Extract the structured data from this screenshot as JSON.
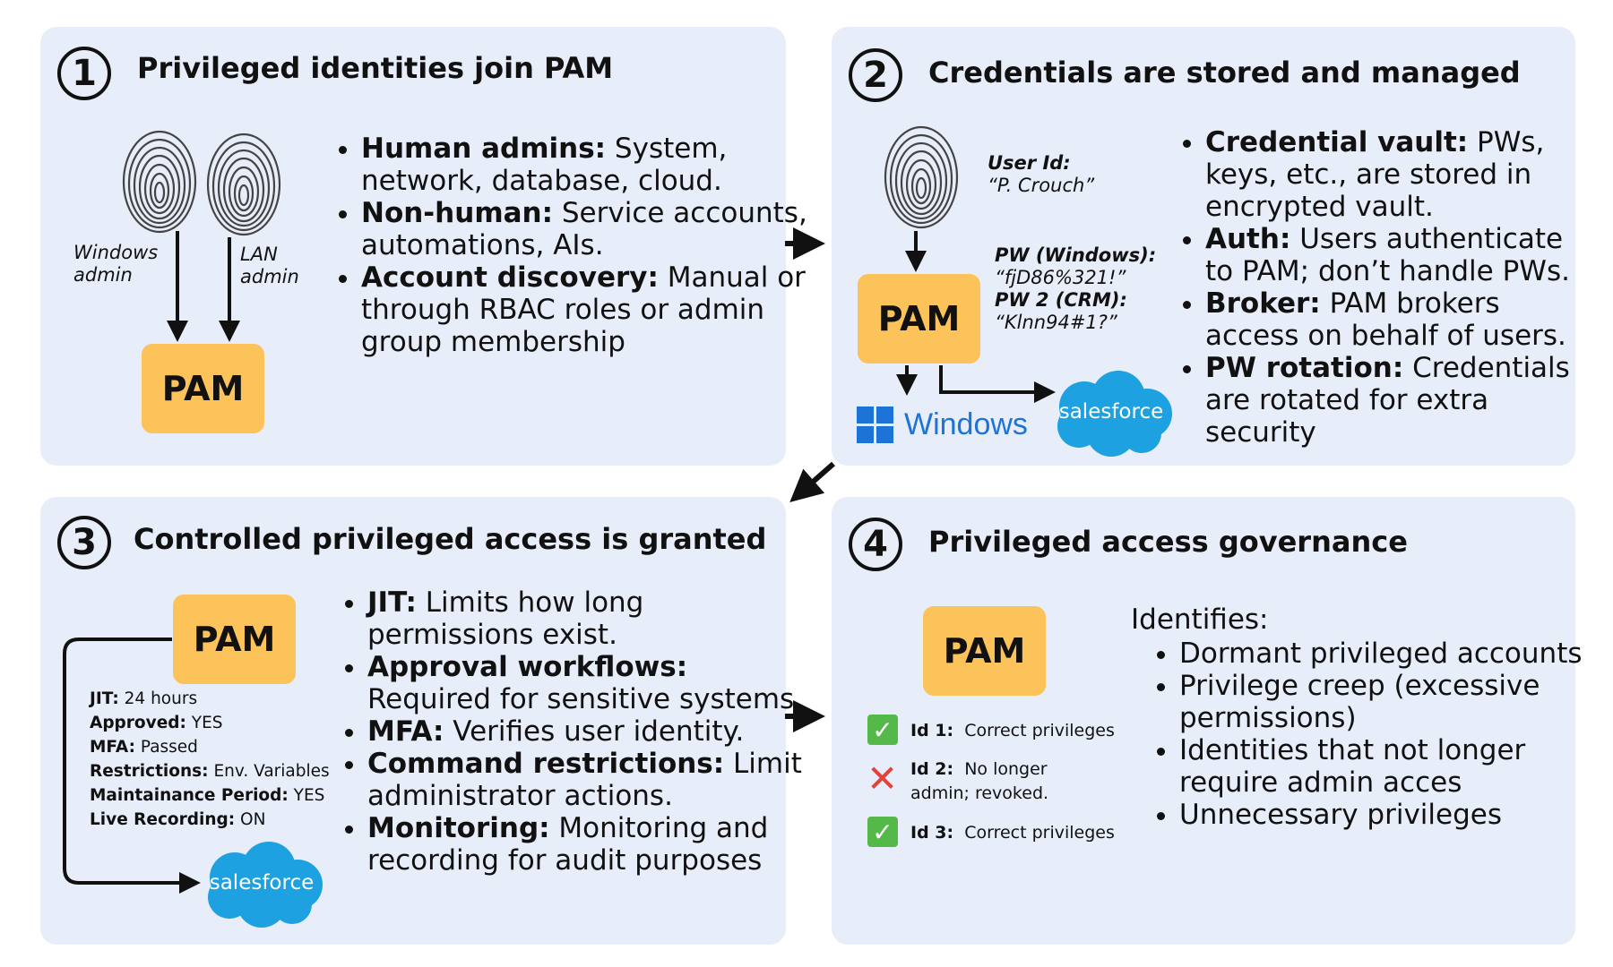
{
  "panel1": {
    "number": "1",
    "title": "Privileged identities join PAM",
    "label_windows": "Windows admin",
    "label_lan": "LAN admin",
    "pam": "PAM",
    "bullets": [
      {
        "bold": "Human admins:",
        "text": " System, network, database, cloud."
      },
      {
        "bold": "Non-human:",
        "text": " Service accounts, automations, AIs."
      },
      {
        "bold": "Account discovery:",
        "text": " Manual or through RBAC roles or admin group membership"
      }
    ]
  },
  "panel2": {
    "number": "2",
    "title": "Credentials are stored and managed",
    "user_id_label": "User Id:",
    "user_id_value": "“P. Crouch”",
    "pw_windows_label": "PW (Windows):",
    "pw_windows_value": "“fjD86%321!”",
    "pw_crm_label": "PW 2 (CRM):",
    "pw_crm_value": "“Klnn94#1?”",
    "pam": "PAM",
    "windows_logo_text": "Windows",
    "salesforce_text": "salesforce",
    "bullets": [
      {
        "bold": "Credential vault:",
        "text": " PWs, keys, etc., are stored in encrypted vault."
      },
      {
        "bold": "Auth:",
        "text": " Users authenticate to PAM; don’t handle PWs."
      },
      {
        "bold": "Broker:",
        "text": " PAM brokers access on behalf of users."
      },
      {
        "bold": "PW rotation:",
        "text": " Credentials are rotated for extra security"
      }
    ]
  },
  "panel3": {
    "number": "3",
    "title": "Controlled privileged access is granted",
    "pam": "PAM",
    "salesforce_text": "salesforce",
    "status": [
      {
        "label": "JIT:",
        "value": " 24 hours"
      },
      {
        "label": "Approved:",
        "value": " YES"
      },
      {
        "label": "MFA:",
        "value": " Passed"
      },
      {
        "label": "Restrictions:",
        "value": " Env. Variables"
      },
      {
        "label": "Maintainance Period:",
        "value": " YES"
      },
      {
        "label": "Live Recording:",
        "value": " ON"
      }
    ],
    "bullets": [
      {
        "bold": "JIT:",
        "text": " Limits how long permissions exist."
      },
      {
        "bold": "Approval workflows:",
        "text": " Required for sensitive systems."
      },
      {
        "bold": "MFA:",
        "text": " Verifies user identity."
      },
      {
        "bold": "Command restrictions:",
        "text": " Limit administrator actions."
      },
      {
        "bold": "Monitoring:",
        "text": " Monitoring and recording for audit purposes"
      }
    ]
  },
  "panel4": {
    "number": "4",
    "title": "Privileged access governance",
    "pam": "PAM",
    "ids": [
      {
        "label": "Id 1:",
        "text": "Correct privileges",
        "status": "ok"
      },
      {
        "label": "Id 2:",
        "text": "No longer admin; revoked.",
        "status": "revoked"
      },
      {
        "label": "Id 3:",
        "text": "Correct privileges",
        "status": "ok"
      }
    ],
    "identifies_label": "Identifies:",
    "bullets": [
      "Dormant privileged accounts",
      "Privilege creep (excessive permissions)",
      "Identities that not longer require admin acces",
      "Unnecessary privileges"
    ]
  },
  "colors": {
    "panel_bg": "#e8edfa",
    "pam_box": "#fcc35a",
    "salesforce_blue": "#1ea1e0",
    "windows_blue": "#1e74d6",
    "check_green": "#54b948",
    "cross_red": "#e0443d"
  }
}
